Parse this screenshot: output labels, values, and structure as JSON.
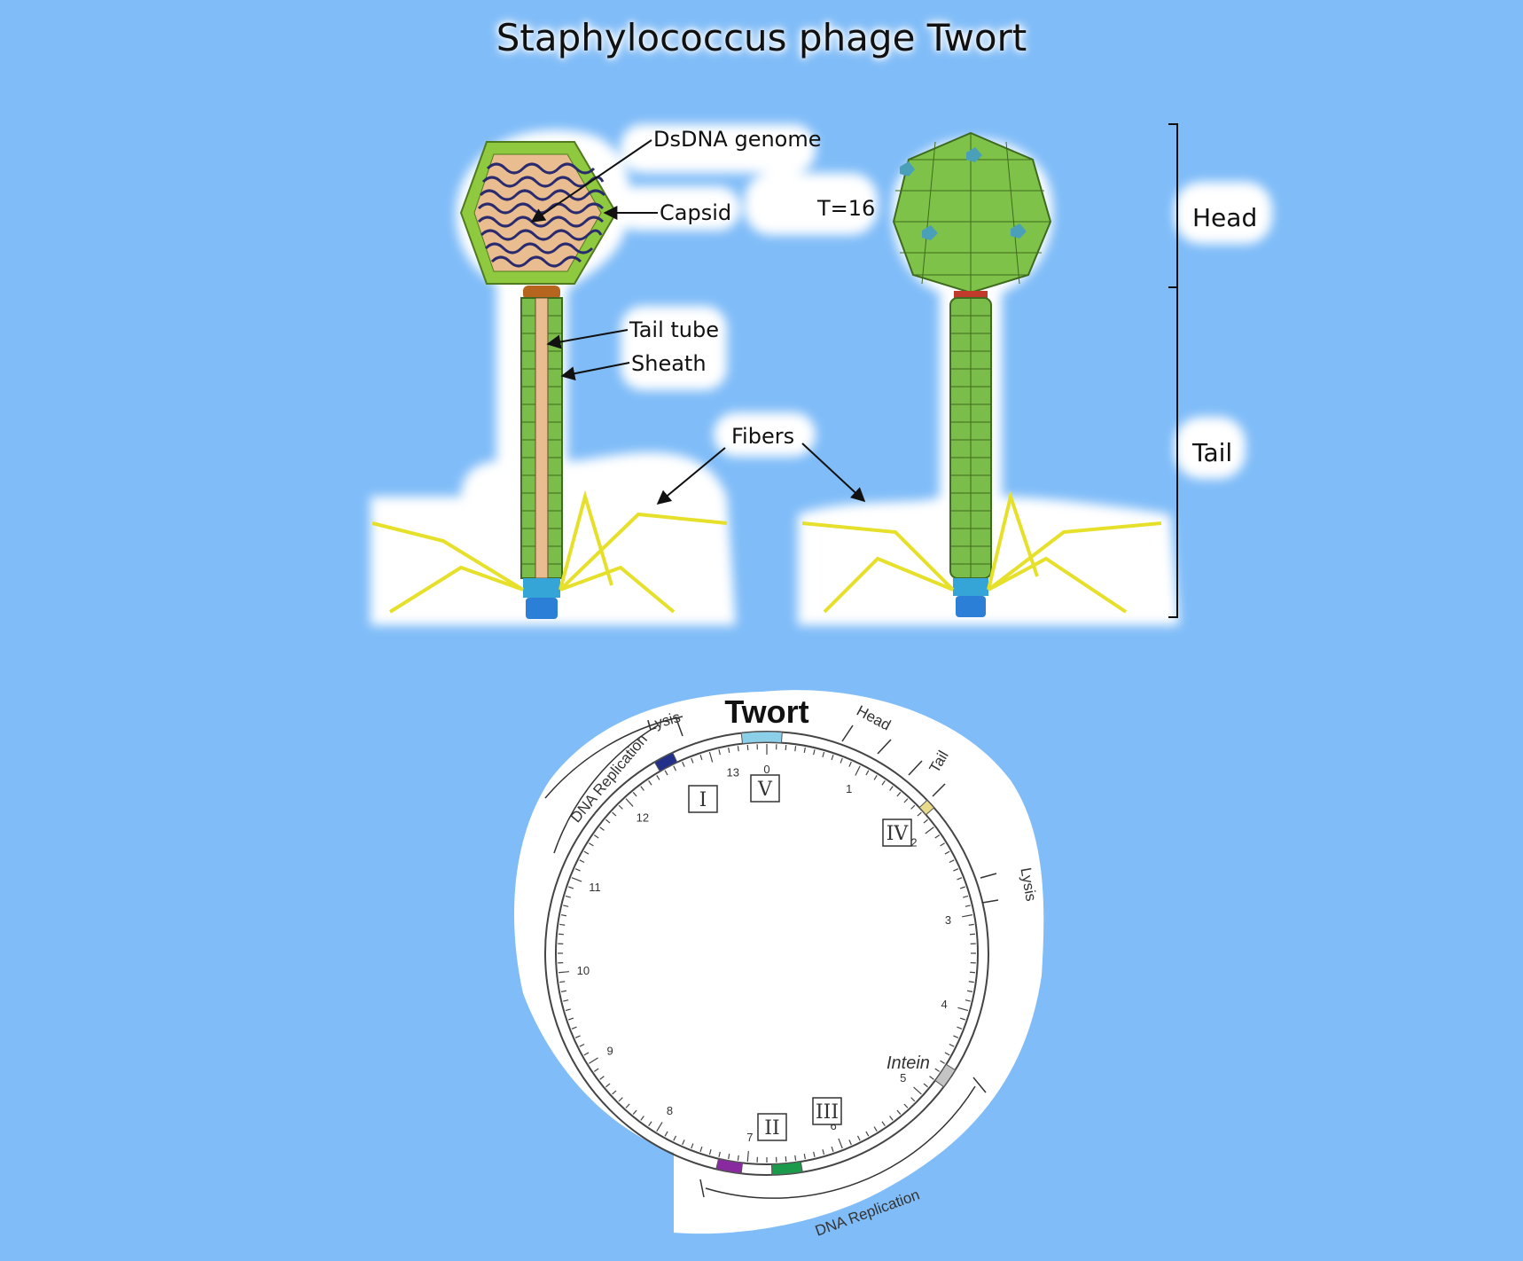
{
  "title": "Staphylococcus phage Twort",
  "structure": {
    "labels": {
      "dsdna": "DsDNA genome",
      "capsid": "Capsid",
      "tail_tube": "Tail tube",
      "sheath": "Sheath",
      "fibers": "Fibers",
      "t_number": "T=16",
      "head": "Head",
      "tail": "Tail"
    },
    "colors": {
      "capsid_green": "#8fc93f",
      "dna_fill": "#e9bd8f",
      "dna_strand": "#2a2a6e",
      "sheath_green": "#7bbd4a",
      "fiber_yellow": "#e6e02a",
      "baseplate_blue": "#2b7fd6",
      "halo": "#ffffff"
    }
  },
  "genome_map": {
    "name": "Twort",
    "scale_numbers": [
      "0",
      "1",
      "2",
      "3",
      "4",
      "5",
      "6",
      "7",
      "8",
      "9",
      "10",
      "11",
      "12",
      "13"
    ],
    "module_boxes": [
      "I",
      "II",
      "III",
      "IV",
      "V"
    ],
    "regions": {
      "lysis_top": "Lysis",
      "head": "Head",
      "tail": "Tail",
      "lysis_right": "Lysis",
      "dna_replication_left": "DNA Replication",
      "dna_replication_bottom": "DNA Replication",
      "intein": "Intein"
    },
    "segment_colors": {
      "origin": "#8ccfe8",
      "dark_blue": "#23308a",
      "yellow": "#e8dc8a",
      "grey": "#c4c4c4",
      "green": "#1a9a4a",
      "purple": "#8a2aa0"
    }
  }
}
